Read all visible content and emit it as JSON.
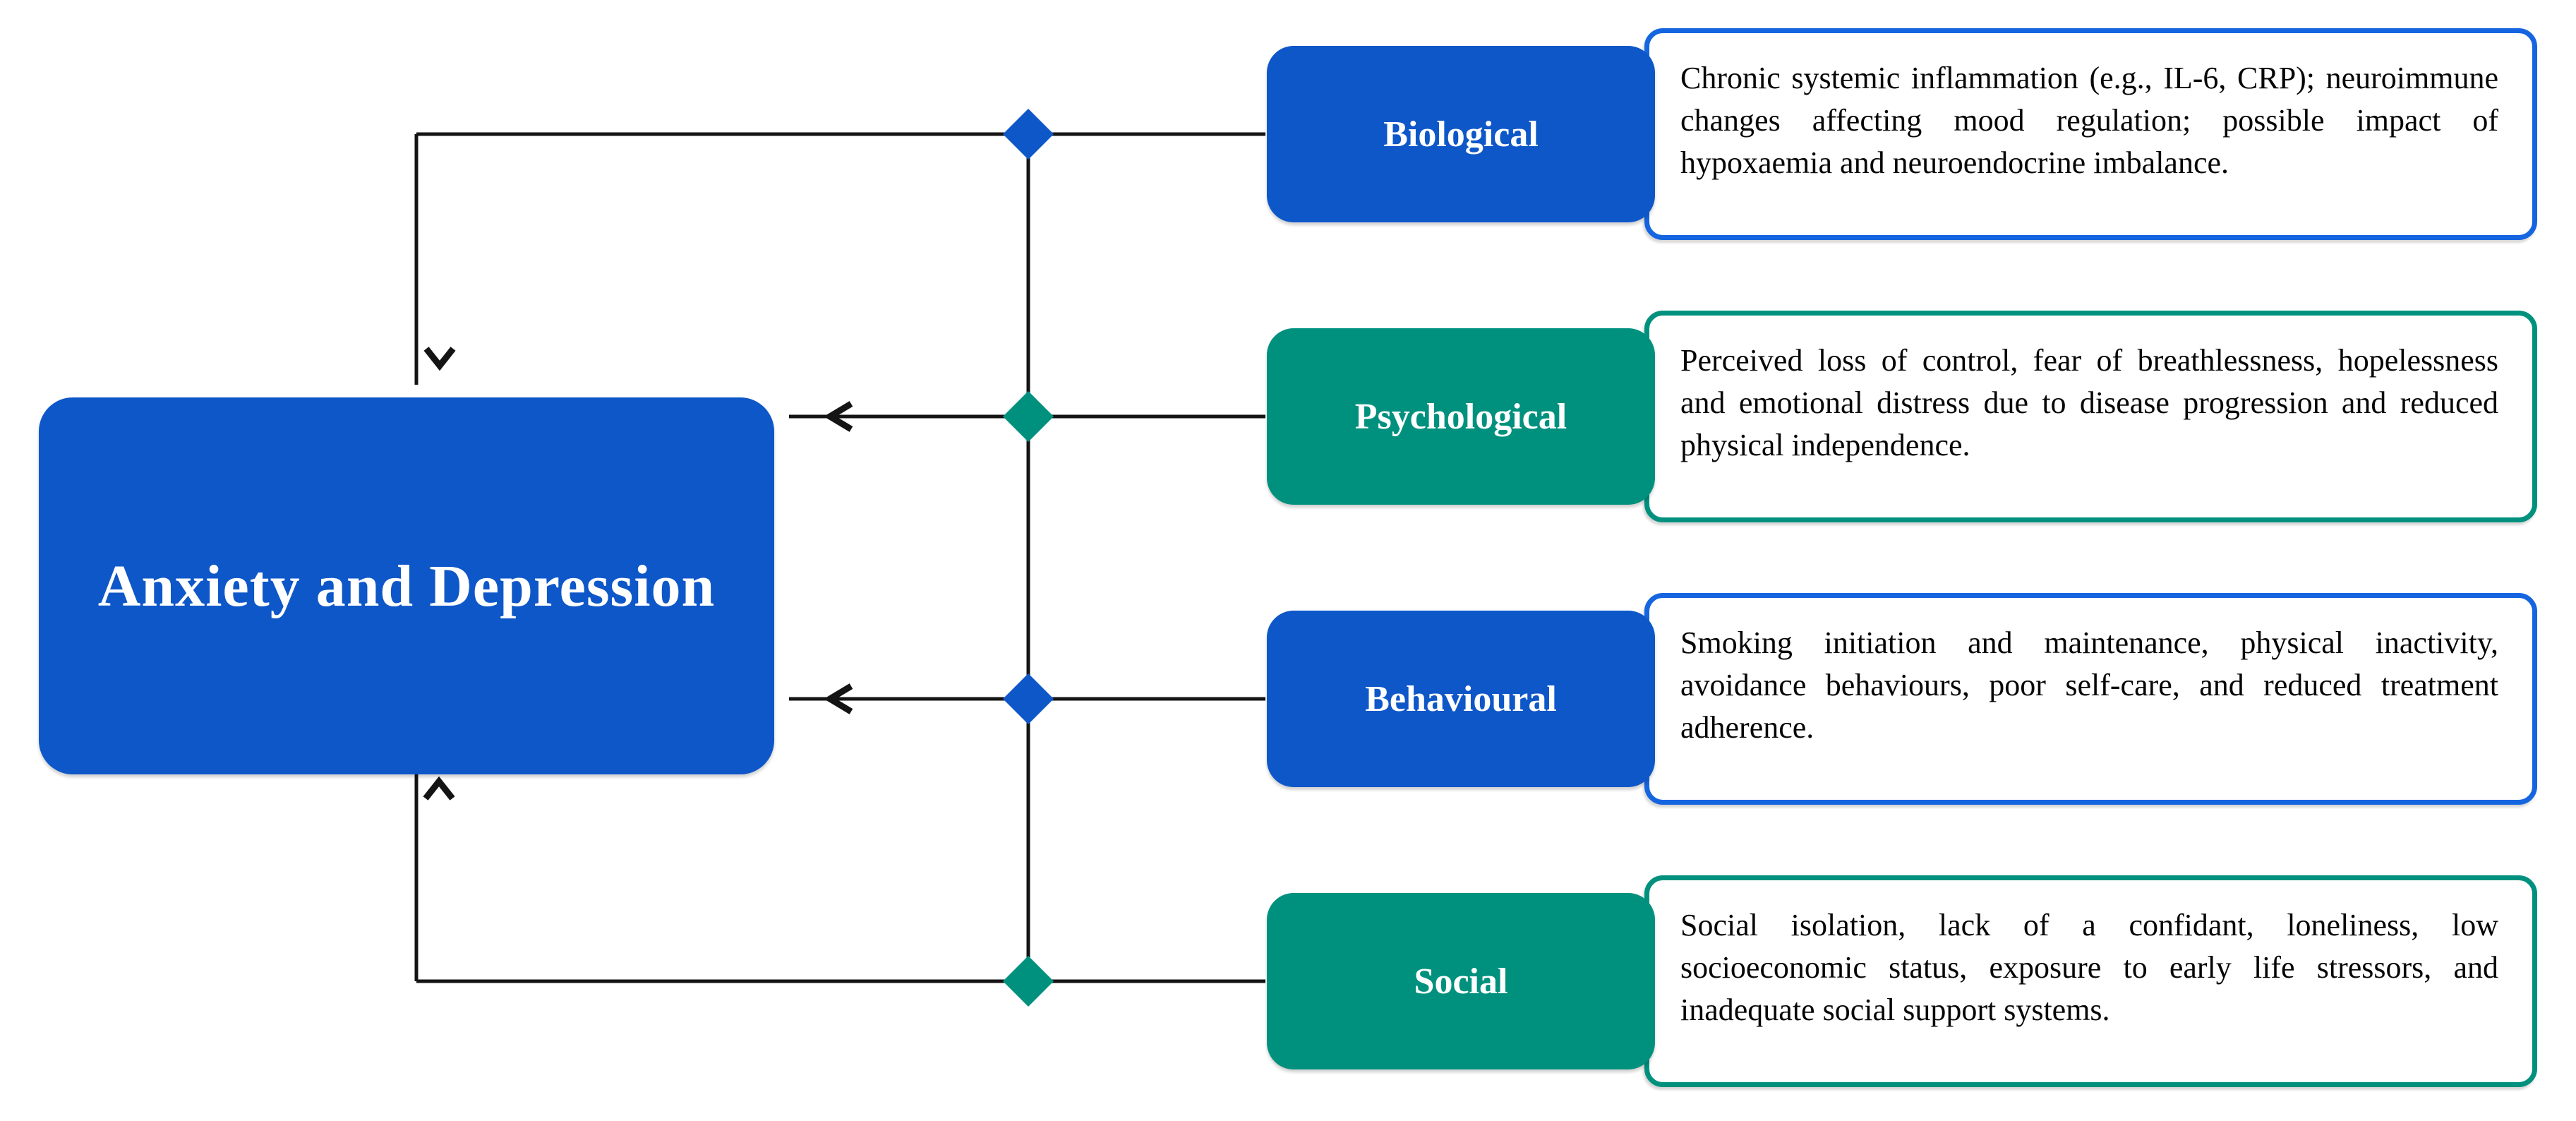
{
  "diagram": {
    "title_node": {
      "label": "Anxiety and Depression"
    },
    "factors": [
      {
        "label": "Biological",
        "color": "blue",
        "description": "Chronic systemic inflammation (e.g., IL-6, CRP); neuroimmune changes affecting mood regulation; possible impact of hypoxaemia and neuroendocrine imbalance."
      },
      {
        "label": "Psychological",
        "color": "teal",
        "description": "Perceived loss of control, fear of breathlessness, hopelessness and emotional distress due to disease progression and reduced physical independence."
      },
      {
        "label": "Behavioural",
        "color": "blue",
        "description": "Smoking initiation and maintenance, physical inactivity, avoidance behaviours, poor self-care, and reduced treatment adherence."
      },
      {
        "label": "Social",
        "color": "teal",
        "description": "Social isolation, lack of a confidant, loneliness, low socioeconomic status, exposure to early life stressors, and inadequate social support systems."
      }
    ],
    "colors": {
      "blue": "#0E57C8",
      "teal": "#00917E",
      "blue_border": "#1565E0",
      "teal_border": "#00917E",
      "line": "#141414"
    }
  }
}
